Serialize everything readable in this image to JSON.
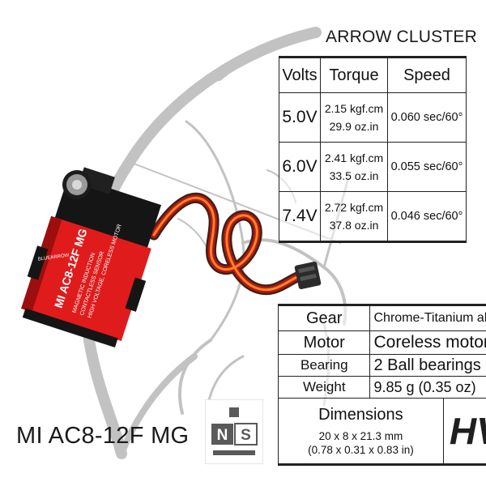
{
  "brand_header": "ARROW CLUSTER",
  "performance": {
    "headers": [
      "Volts",
      "Torque",
      "Speed"
    ],
    "rows": [
      {
        "volts": "5.0V",
        "torque_metric": "2.15 kgf.cm",
        "torque_imperial": "29.9 oz.in",
        "speed": "0.060 sec/60°"
      },
      {
        "volts": "6.0V",
        "torque_metric": "2.41 kgf.cm",
        "torque_imperial": "33.5 oz.in",
        "speed": "0.055 sec/60°"
      },
      {
        "volts": "7.4V",
        "torque_metric": "2.72 kgf.cm",
        "torque_imperial": "37.8 oz.in",
        "speed": "0.046 sec/60°"
      }
    ]
  },
  "features": {
    "gear": {
      "label": "Gear",
      "value": "Chrome-Titanium alloy"
    },
    "motor": {
      "label": "Motor",
      "value": "Coreless motor"
    },
    "bearing": {
      "label": "Bearing",
      "value": "2 Ball bearings"
    },
    "weight": {
      "label": "Weight",
      "value": "9.85 g (0.35 oz)"
    },
    "dimensions": {
      "label": "Dimensions",
      "metric": "20 x 8 x 21.3 mm",
      "imperial": "(0.78 x 0.31 x 0.83 in)"
    },
    "voltage_class": "HV"
  },
  "model_name": "MI AC8-12F MG",
  "ns_logo_text": "NS",
  "servo_label": {
    "model": "MI AC8-12F MG",
    "lines": [
      "MAGNETIC INDUCTION",
      "CONTACTLESS SENSOR",
      "HIGH VOLTAGE, CORELESS MOTOR"
    ],
    "maker": "BLUEARROW"
  },
  "colors": {
    "servo_red": "#e01b1b",
    "servo_black": "#111111",
    "wire_orange": "#f08a1c",
    "wire_red": "#c0121a",
    "wire_brown": "#3a2416",
    "sketch_gray": "#bdbdbd"
  }
}
